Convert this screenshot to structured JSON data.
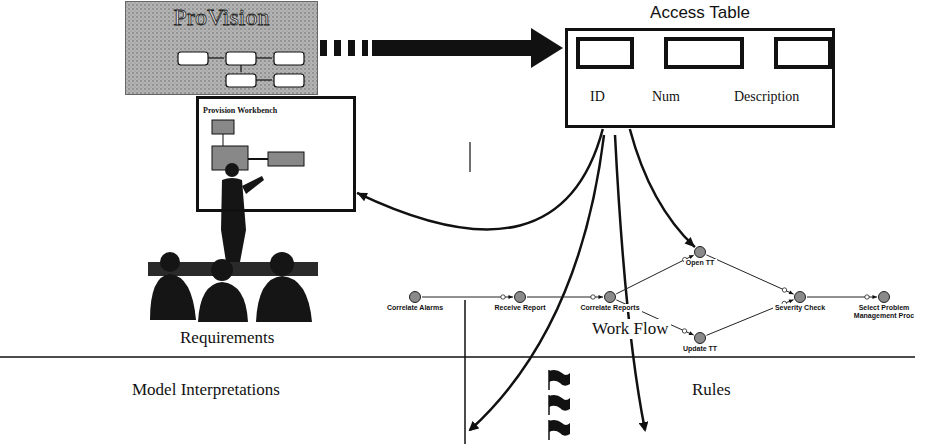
{
  "diagram": {
    "nodes": [
      {
        "text": [
          "ProVision"
        ]
      },
      {
        "text": [
          "Access Table",
          "ID",
          "Num",
          "Description"
        ]
      },
      {
        "text": [
          "Provision Workbench"
        ]
      },
      {
        "text": [
          "Correlate Alarms"
        ]
      },
      {
        "text": [
          "Receive Report"
        ]
      },
      {
        "text": [
          "Correlate Reports"
        ]
      },
      {
        "text": [
          "Open TT"
        ]
      },
      {
        "text": [
          "Update TT"
        ]
      },
      {
        "text": [
          "Severity Check"
        ]
      },
      {
        "text": [
          "Select Problem Management Proc"
        ]
      }
    ],
    "edges": [
      {
        "from": 0,
        "to": 1,
        "arrow": "to"
      },
      {
        "from": 1,
        "to": 2,
        "arrow": "to"
      },
      {
        "from": 1,
        "to": 6,
        "arrow": "to"
      },
      {
        "from": 3,
        "to": 4,
        "arrow": "to"
      },
      {
        "from": 4,
        "to": 5,
        "arrow": "to"
      },
      {
        "from": 5,
        "to": 6,
        "arrow": "to"
      },
      {
        "from": 5,
        "to": 7,
        "arrow": "to"
      },
      {
        "from": 6,
        "to": 8,
        "arrow": "to"
      },
      {
        "from": 7,
        "to": 8,
        "arrow": "to"
      },
      {
        "from": 8,
        "to": 9,
        "arrow": "to"
      }
    ],
    "labels": [
      "Requirements",
      "Work Flow",
      "Model Interpretations",
      "Rules"
    ]
  }
}
